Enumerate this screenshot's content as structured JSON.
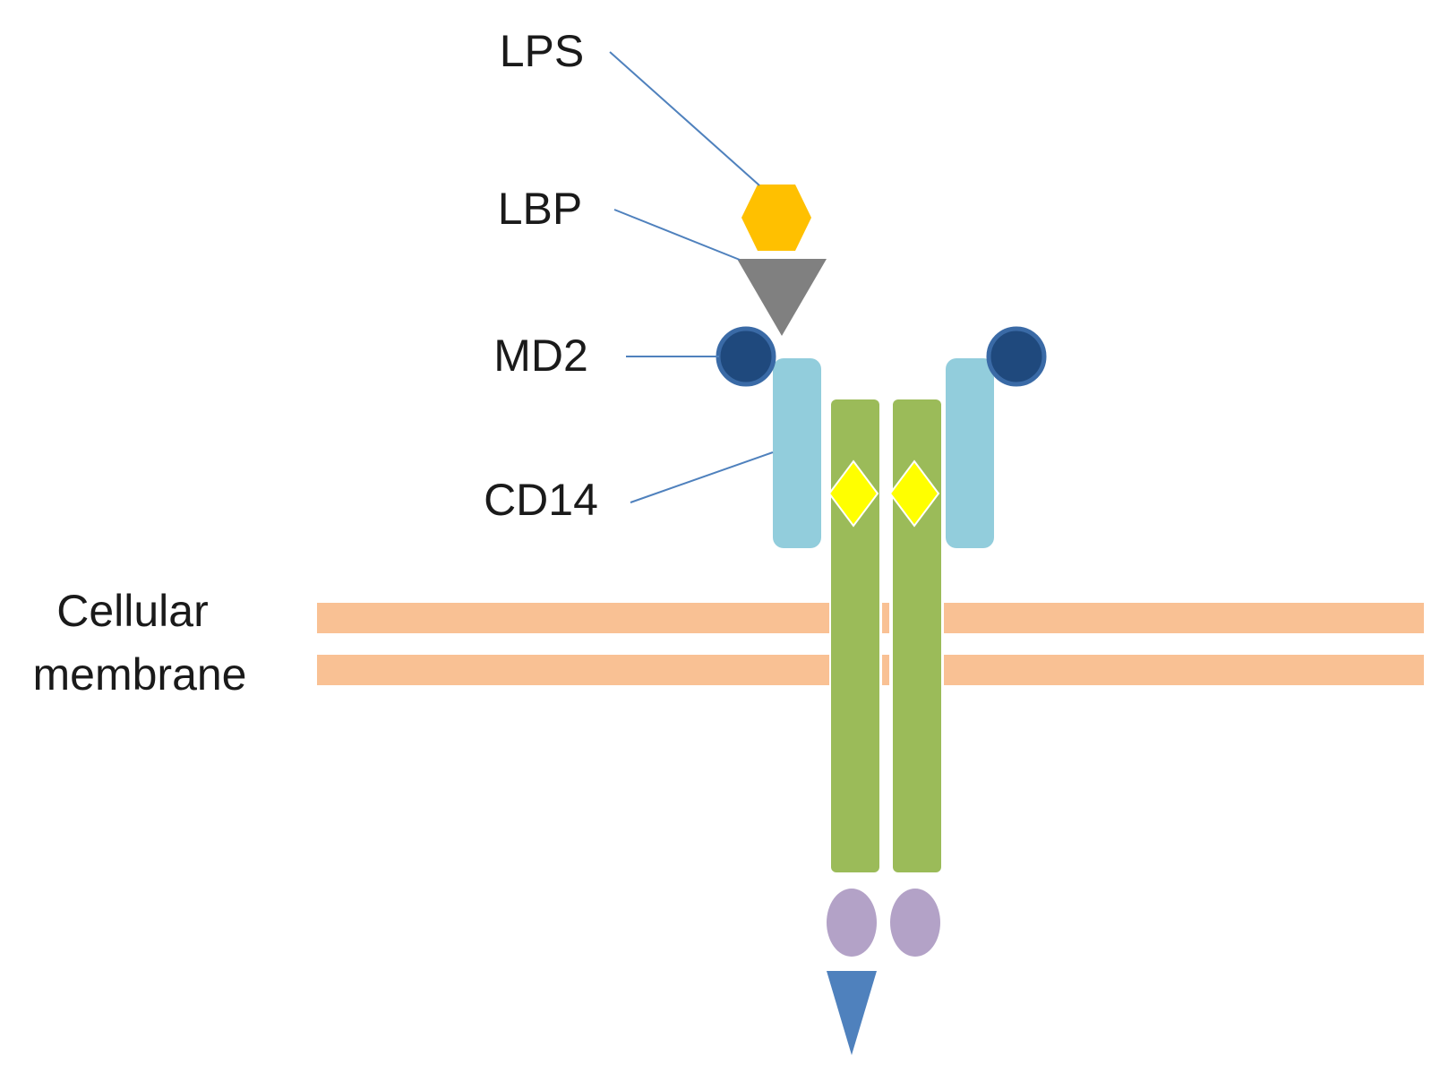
{
  "labels": {
    "lps": "LPS",
    "lbp": "LBP",
    "md2": "MD2",
    "cd14": "CD14",
    "membrane_line1": "Cellular",
    "membrane_line2": "membrane"
  },
  "colors": {
    "lps": "#FFC000",
    "lbp": "#808080",
    "md2_fill": "#1F497D",
    "md2_stroke": "#2E5A8F",
    "cd14": "#92CDDC",
    "receptor": "#9BBB59",
    "diamond": "#FFFF00",
    "tir": "#B3A2C7",
    "arrow": "#4F81BD",
    "membrane": "#F9C194",
    "leader_line": "#4F81BD",
    "text": "#1a1a1a"
  }
}
